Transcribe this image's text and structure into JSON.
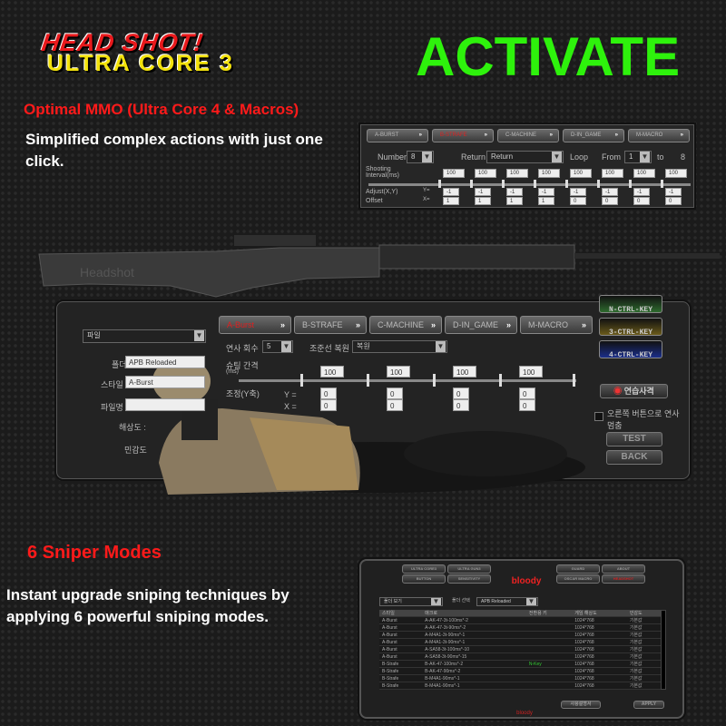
{
  "logo": {
    "line1": "HEAD SHOT!",
    "line2": "ULTRA CORE 3"
  },
  "headline": "ACTIVATE",
  "feature1": {
    "title": "Optimal MMO (Ultra Core 4 & Macros)",
    "desc": "Simplified complex actions with just one click."
  },
  "feature2": {
    "title": "6 Sniper Modes",
    "desc": "Instant upgrade sniping techniques by applying 6 powerful sniping modes."
  },
  "top_panel": {
    "tabs": [
      "A-BURST",
      "B-STRAFE",
      "C-MACHINE",
      "D-IN_GAME",
      "M-MACRO"
    ],
    "numbers_label": "Numbers",
    "numbers_value": "8",
    "return_label": "Return",
    "return_value": "Return",
    "loop_label": "Loop",
    "from_label": "From",
    "from_value": "1",
    "to_label": "to",
    "to_value": "8",
    "interval_label": "Shooting Interval(ms)",
    "intervals": [
      "100",
      "100",
      "100",
      "100",
      "100",
      "100",
      "100",
      "100"
    ],
    "adjust_label": "Adjust(X,Y)",
    "offset_label": "Offset",
    "y_label": "Y=",
    "x_label": "X=",
    "y_values": [
      "-1",
      "-1",
      "-1",
      "-1",
      "-1",
      "-1",
      "-1",
      "-1"
    ],
    "x_values": [
      "1",
      "1",
      "1",
      "1",
      "0",
      "0",
      "0",
      "0"
    ]
  },
  "main_panel": {
    "file_menu": "파일",
    "folder_label": "폴더",
    "folder_value": "APB Reloaded",
    "style_label": "스타일",
    "style_value": "A-Burst",
    "filename_label": "파일명",
    "resolution_label": "해상도 :",
    "sensitivity_label": "민감도",
    "tabs": [
      "A-Burst",
      "B-STRAFE",
      "C-MACHINE",
      "D-IN_GAME",
      "M-MACRO"
    ],
    "burst_count_label": "연사 회수",
    "burst_count_value": "5",
    "crosshair_label": "조준선 복원",
    "crosshair_value": "복원",
    "interval_label": "슈팅 간격",
    "interval_unit": "(ms)",
    "intervals": [
      "100",
      "100",
      "100",
      "100"
    ],
    "axis_label": "조정(Y축)",
    "y_label": "Y =",
    "x_label": "X =",
    "y_values": [
      "0",
      "0",
      "0",
      "0"
    ],
    "x_values": [
      "0",
      "0",
      "0",
      "0"
    ],
    "keys": [
      "N-CTRL-KEY",
      "3-CTRL-KEY",
      "4-CTRL-KEY"
    ],
    "practice_button": "연습사격",
    "right_click_label": "오른쪽 버튼으로 연사 멈춤",
    "test_button": "TEST",
    "back_button": "BACK"
  },
  "bottom_panel": {
    "nav_left": [
      "ULTRA CORE3",
      "ULTRA GUN3",
      "BUTTON",
      "SENSITIVITY"
    ],
    "nav_right": [
      "GUARD",
      "ABOUT",
      "OSCAR MACRO",
      "HEADSHOT"
    ],
    "brand": "bloody",
    "filter1": "폴더 보기",
    "filter2_label": "폴더 선택",
    "filter2_value": "APB Reloaded",
    "columns": [
      "스타일",
      "매크로",
      "전환용 키",
      "게임 해상도",
      "민감도"
    ],
    "rows": [
      [
        "A-Burst",
        "A-AK-47-3t-100ms*-2",
        "",
        "1024*768",
        "기본값"
      ],
      [
        "A-Burst",
        "A-AK-47-3t-90ms*-2",
        "",
        "1024*768",
        "기본값"
      ],
      [
        "A-Burst",
        "A-M4A1-3t-90ms*-1",
        "",
        "1024*768",
        "기본값"
      ],
      [
        "A-Burst",
        "A-M4A1-3t-90ms*-1",
        "",
        "1024*768",
        "기본값"
      ],
      [
        "A-Burst",
        "A-SA58-3t-100ms*-10",
        "",
        "1024*768",
        "기본값"
      ],
      [
        "A-Burst",
        "A-SA58-3t-90ms*-15",
        "",
        "1024*768",
        "기본값"
      ],
      [
        "B-Strafe",
        "B-AK-47-100ms*-2",
        "N-Key",
        "1024*768",
        "기본값"
      ],
      [
        "B-Strafe",
        "B-AK-47-90ms*-2",
        "",
        "1024*768",
        "기본값"
      ],
      [
        "B-Strafe",
        "B-M4A1-90ms*-1",
        "",
        "1024*768",
        "기본값"
      ],
      [
        "B-Strafe",
        "B-M4A1-90ms*-1",
        "",
        "1024*768",
        "기본값"
      ],
      [
        "B-Strafe",
        "B-SA58-100ms*-10",
        "",
        "1024*768",
        "기본값"
      ],
      [
        "B-Strafe",
        "B-SA58-90ms*-15",
        "",
        "1024*768",
        "기본값"
      ]
    ],
    "user_guide_button": "사용설명서",
    "apply_button": "APPLY",
    "footer": "bloody"
  },
  "colors": {
    "activate": "#2ef20c",
    "red": "#ff1a1a",
    "yellow": "#f3e20c"
  }
}
